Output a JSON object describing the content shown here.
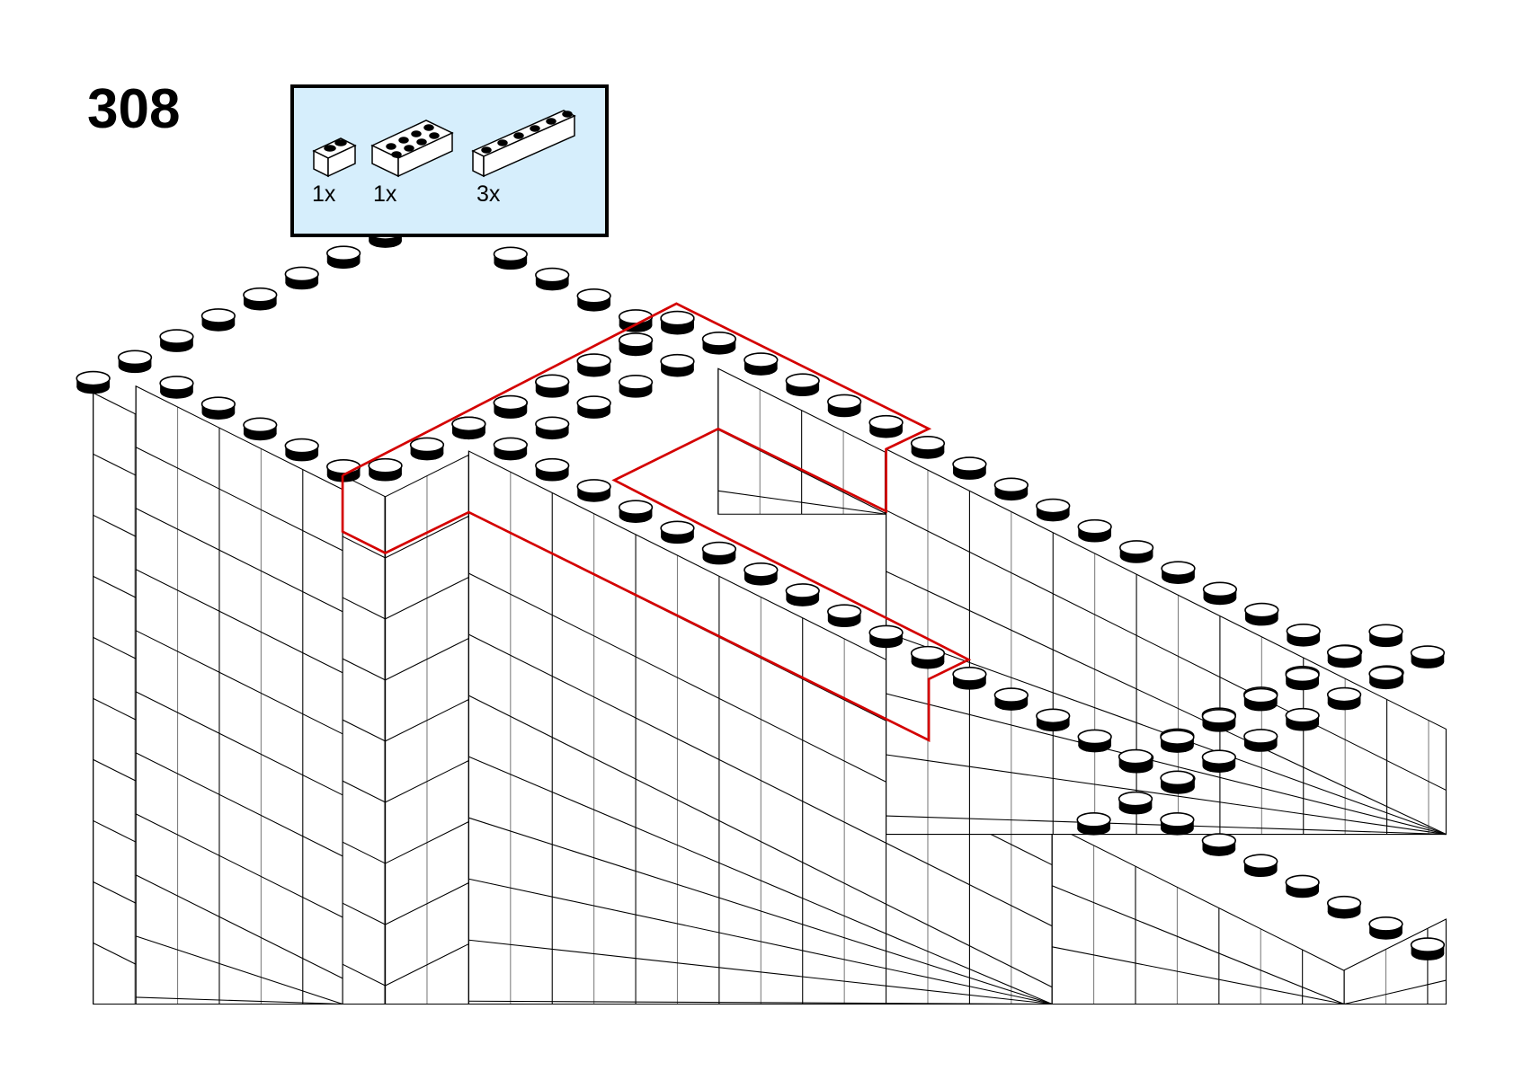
{
  "step_number": "308",
  "parts_list": [
    {
      "part": "brick-1x2-white",
      "qty": "1x"
    },
    {
      "part": "brick-2x4-white",
      "qty": "1x"
    },
    {
      "part": "brick-1x6-white",
      "qty": "3x"
    }
  ],
  "colors": {
    "callout_bg": "#d6eefc",
    "highlight": "#d40000",
    "stud": "#000000"
  }
}
